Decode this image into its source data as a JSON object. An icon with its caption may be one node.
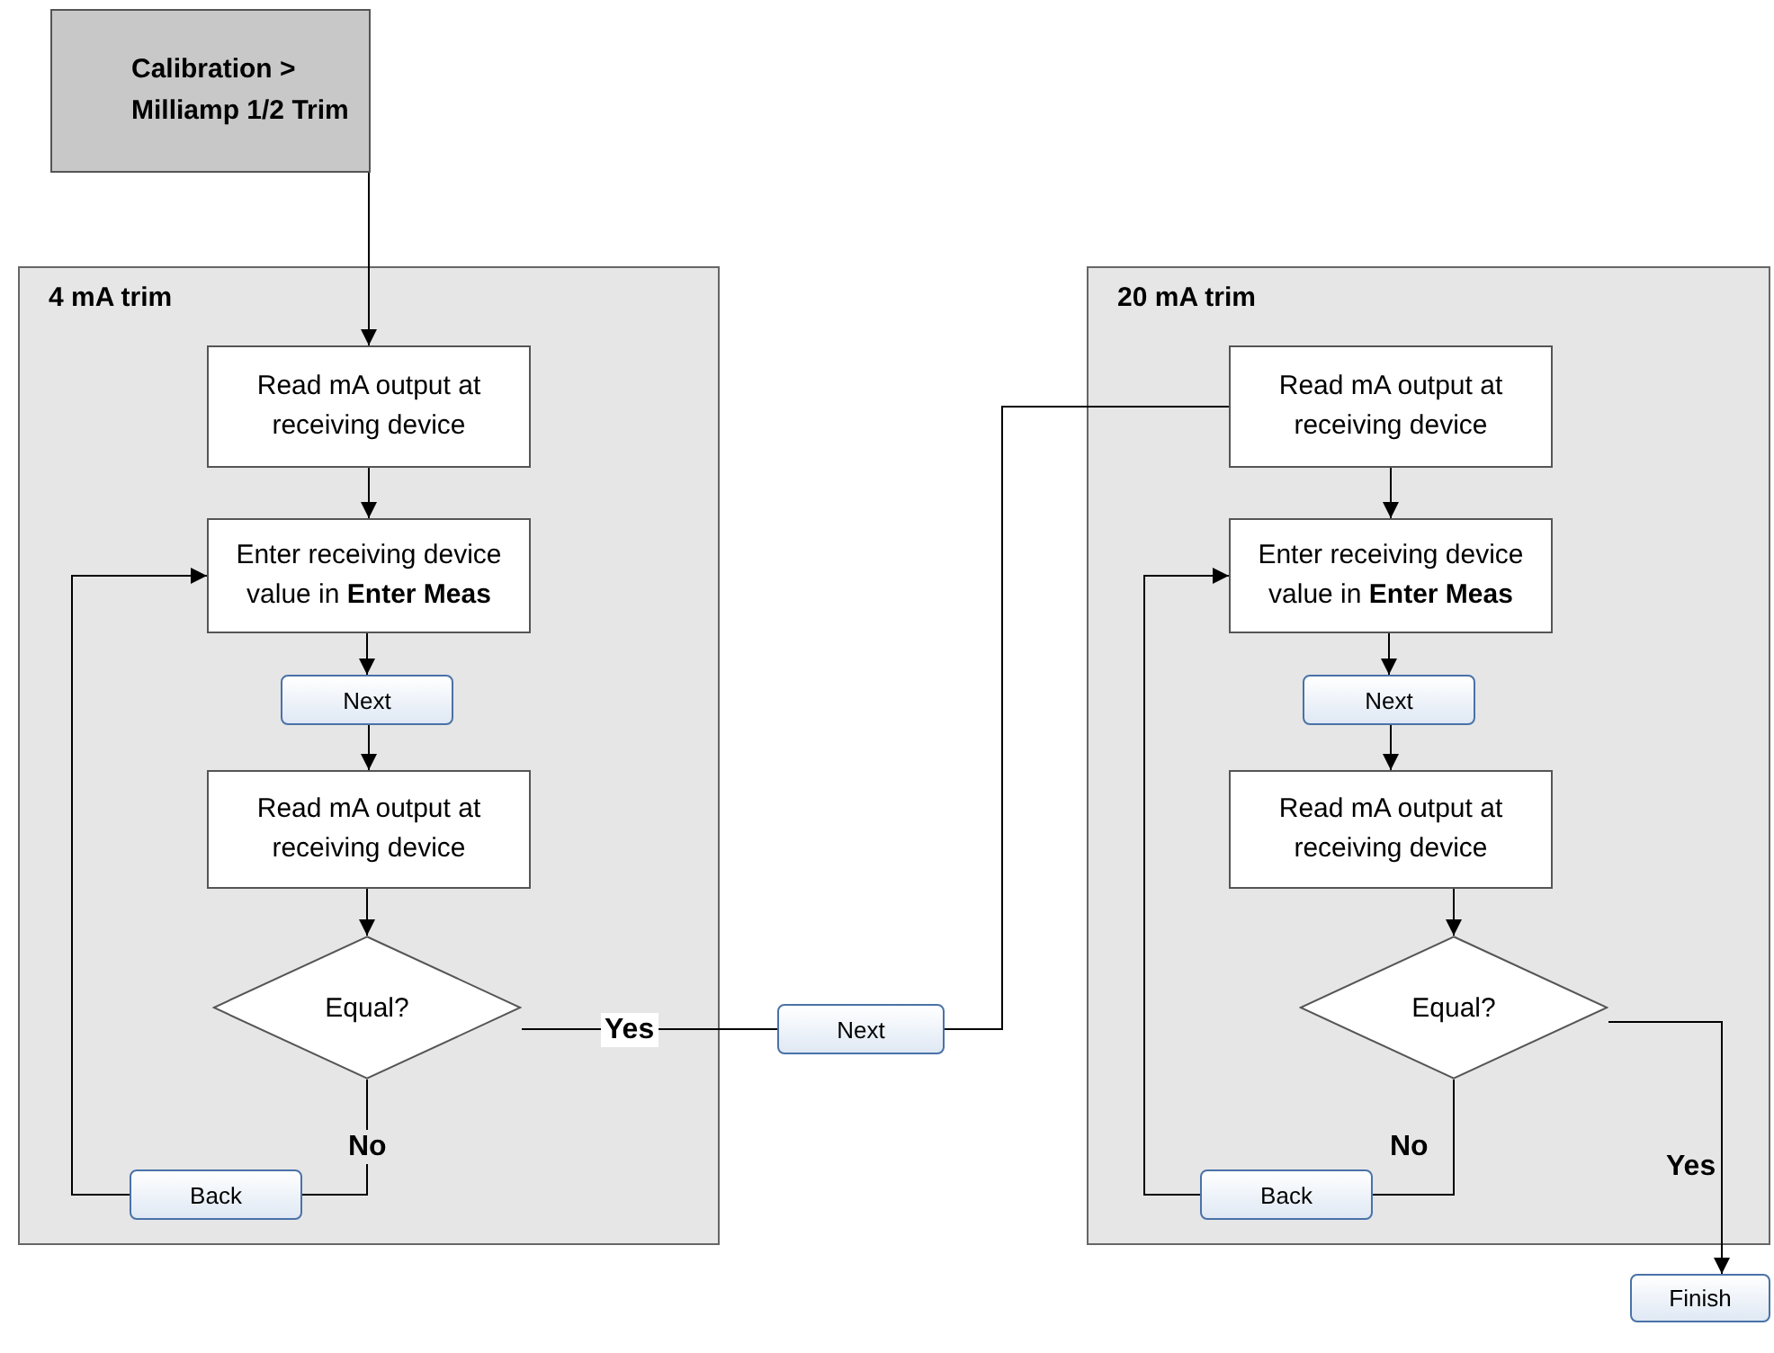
{
  "diagram": {
    "nodes": [
      {
        "text": [
          "Calibration > Milliamp 1/2 Trim"
        ]
      },
      {
        "text": [
          "4 mA trim"
        ]
      },
      {
        "text": [
          "Read mA output at receiving device"
        ],
        "in": 1
      },
      {
        "text": [
          "Enter receiving device value in **Enter Meas**"
        ],
        "in": 1
      },
      {
        "text": [
          "Next"
        ],
        "in": 1
      },
      {
        "text": [
          "Read mA output at receiving device"
        ],
        "in": 1
      },
      {
        "text": [
          "Equal?"
        ],
        "in": 1
      },
      {
        "text": [
          "Back"
        ],
        "in": 1
      },
      {
        "text": [
          "Next"
        ]
      },
      {
        "text": [
          "20 mA trim"
        ]
      },
      {
        "text": [
          "Read mA output at receiving device"
        ],
        "in": 9
      },
      {
        "text": [
          "Enter receiving device value in **Enter Meas**"
        ],
        "in": 9
      },
      {
        "text": [
          "Next"
        ],
        "in": 9
      },
      {
        "text": [
          "Read mA output at receiving device"
        ],
        "in": 9
      },
      {
        "text": [
          "Equal?"
        ],
        "in": 9
      },
      {
        "text": [
          "Back"
        ],
        "in": 9
      },
      {
        "text": [
          "Finish"
        ]
      }
    ],
    "edges": [
      {
        "from": 0,
        "to": 2,
        "arrow": "to"
      },
      {
        "from": 2,
        "to": 3,
        "arrow": "to"
      },
      {
        "from": 3,
        "to": 4,
        "arrow": "to"
      },
      {
        "from": 4,
        "to": 5,
        "arrow": "to"
      },
      {
        "from": 5,
        "to": 6,
        "arrow": "to"
      },
      {
        "from": 6,
        "to": 7,
        "label": "No",
        "arrow": "none"
      },
      {
        "from": 7,
        "to": 3,
        "arrow": "to"
      },
      {
        "from": 6,
        "to": 8,
        "label": "Yes",
        "arrow": "none"
      },
      {
        "from": 8,
        "to": 10,
        "arrow": "none"
      },
      {
        "from": 10,
        "to": 11,
        "arrow": "to"
      },
      {
        "from": 11,
        "to": 12,
        "arrow": "to"
      },
      {
        "from": 12,
        "to": 13,
        "arrow": "to"
      },
      {
        "from": 13,
        "to": 14,
        "arrow": "to"
      },
      {
        "from": 14,
        "to": 15,
        "label": "No",
        "arrow": "none"
      },
      {
        "from": 15,
        "to": 11,
        "arrow": "to"
      },
      {
        "from": 14,
        "to": 16,
        "label": "Yes",
        "arrow": "to"
      }
    ]
  }
}
